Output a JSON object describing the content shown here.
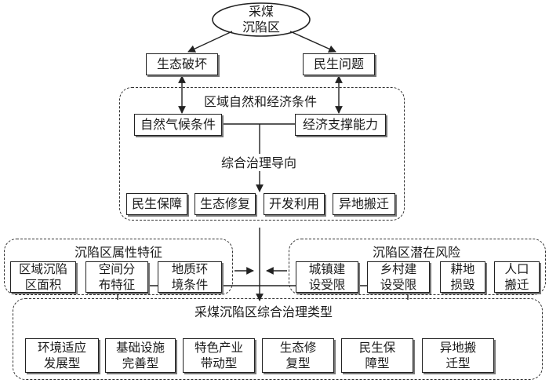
{
  "root": "采煤\n沉陷区",
  "top_nodes": {
    "eco": "生态破坏",
    "livelihood": "民生问题"
  },
  "conditions": {
    "title": "区域自然和经济条件",
    "natural": "自然气候条件",
    "economic": "经济支撑能力",
    "guide": "综合治理导向",
    "measures": [
      "民生保障",
      "生态修复",
      "开发利用",
      "异地搬迁"
    ]
  },
  "attributes": {
    "title": "沉陷区属性特征",
    "items": [
      "区域沉陷\n区面积",
      "空间分\n布特征",
      "地质环\n境条件"
    ]
  },
  "risks": {
    "title": "沉陷区潜在风险",
    "items": [
      "城镇建\n设受限",
      "乡村建\n设受限",
      "耕地\n损毁",
      "人口\n搬迁"
    ]
  },
  "types": {
    "title": "采煤沉陷区综合治理类型",
    "items": [
      "环境适应\n发展型",
      "基础设施\n完善型",
      "特色产业\n带动型",
      "生态修\n复型",
      "民生保\n障型",
      "异地搬\n迁型"
    ]
  }
}
